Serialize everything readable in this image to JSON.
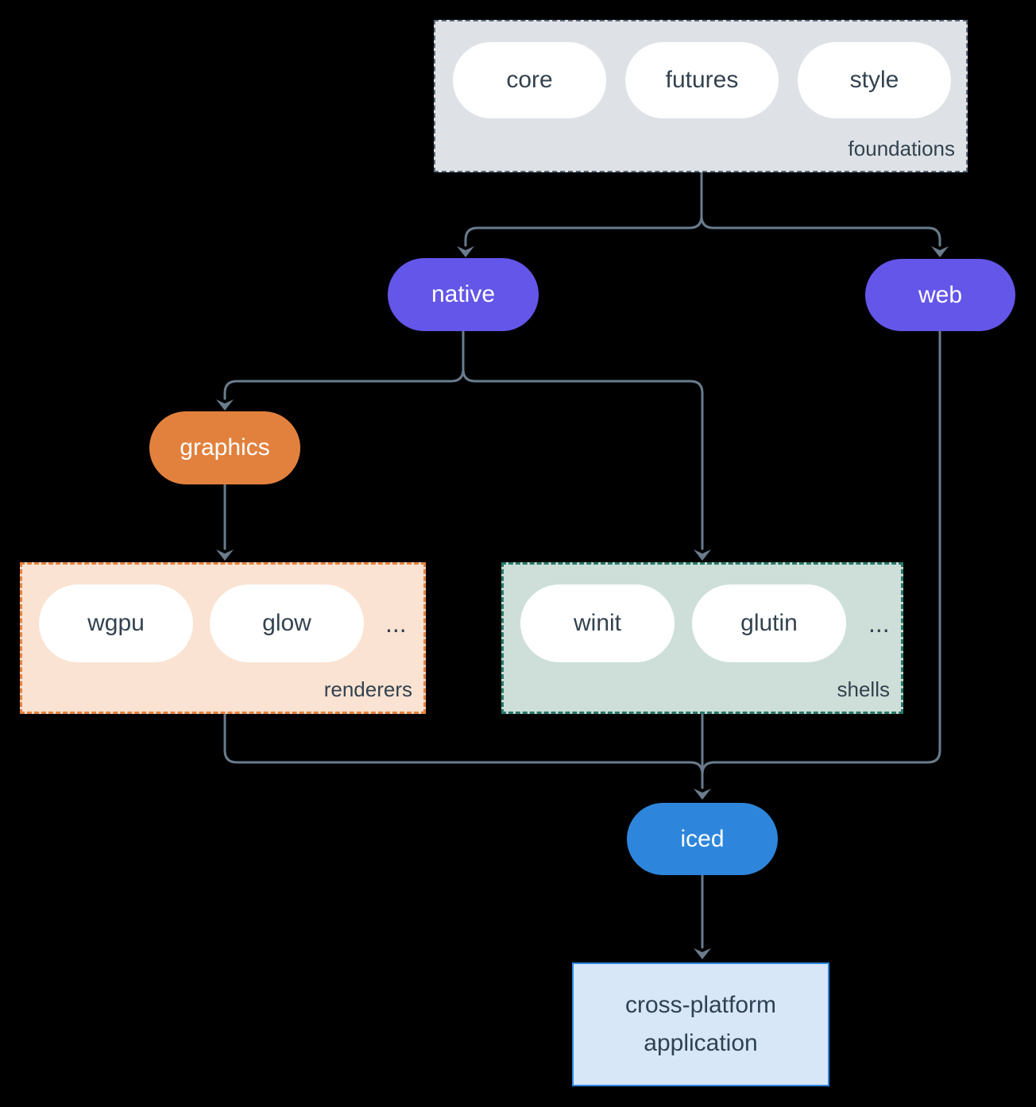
{
  "diagram": {
    "foundations": {
      "label": "foundations",
      "pills": [
        "core",
        "futures",
        "style"
      ]
    },
    "native": {
      "label": "native"
    },
    "web": {
      "label": "web"
    },
    "graphics": {
      "label": "graphics"
    },
    "renderers": {
      "label": "renderers",
      "pills": [
        "wgpu",
        "glow"
      ],
      "ellipsis": "..."
    },
    "shells": {
      "label": "shells",
      "pills": [
        "winit",
        "glutin"
      ],
      "ellipsis": "..."
    },
    "iced": {
      "label": "iced"
    },
    "application": {
      "label": "cross-platform application"
    },
    "colors": {
      "background": "#000000",
      "connector": "#697C8D",
      "purple_node": "#6456E9",
      "orange_node": "#E2813D",
      "renderers_fill": "#FAE3D2",
      "renderers_border": "#E8813C",
      "shells_fill": "#CEDFD9",
      "shells_border": "#27796A",
      "iced_blue": "#2E86DC",
      "app_fill": "#D8E7F8",
      "app_border": "#2E86DE",
      "foundations_fill": "#DEE2E6",
      "foundations_border": "#5B6B7B",
      "dark_text": "#33424F",
      "pill_fill": "#FFFFFF"
    }
  }
}
